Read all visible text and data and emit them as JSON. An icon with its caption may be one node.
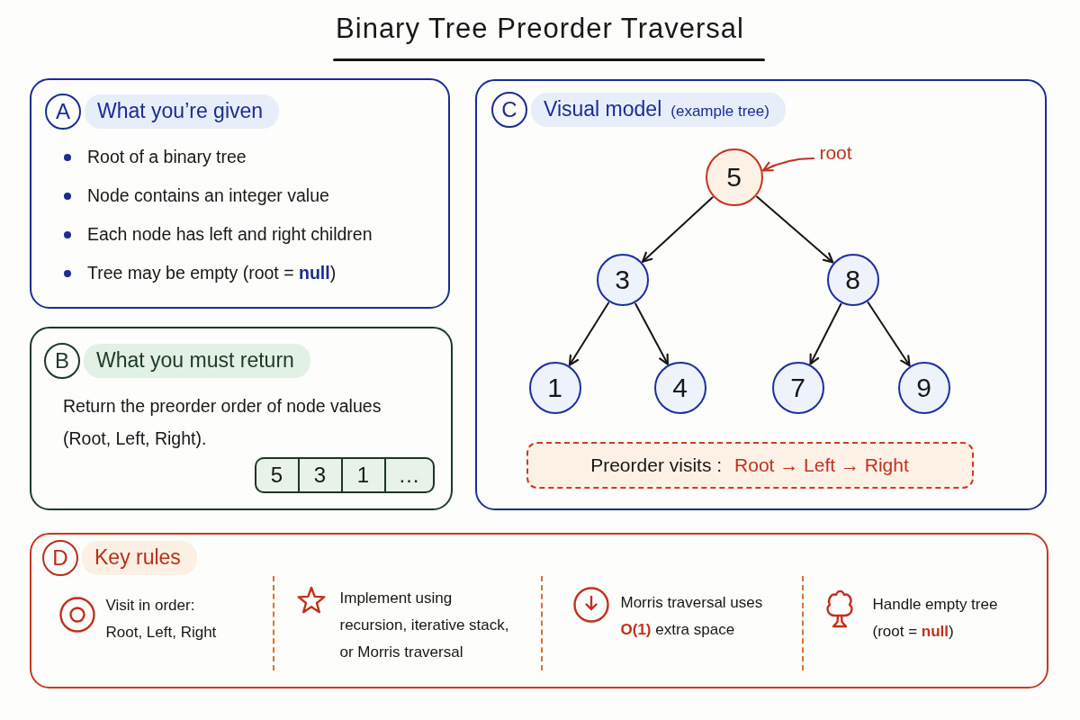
{
  "diagram": {
    "title": "Binary Tree Preorder Traversal",
    "nodes": [
      {
        "text": [
          "A",
          "What you’re given",
          "Root of a binary tree",
          "Node contains an integer value",
          "Each node has left and right children",
          "Tree may be empty (root = **null**)"
        ]
      },
      {
        "text": [
          "B",
          "What you must return",
          "Return the preorder order of node values (Root, Left, Right)."
        ]
      },
      {
        "text": [
          "5"
        ],
        "in": 1
      },
      {
        "text": [
          "3"
        ],
        "in": 1
      },
      {
        "text": [
          "1"
        ],
        "in": 1
      },
      {
        "text": [
          "…"
        ],
        "in": 1
      },
      {
        "text": [
          "C",
          "Visual model",
          "(example tree)"
        ]
      },
      {
        "text": [
          "5"
        ],
        "in": 6
      },
      {
        "text": [
          "root"
        ],
        "in": 6
      },
      {
        "text": [
          "3"
        ],
        "in": 6
      },
      {
        "text": [
          "8"
        ],
        "in": 6
      },
      {
        "text": [
          "1"
        ],
        "in": 6
      },
      {
        "text": [
          "4"
        ],
        "in": 6
      },
      {
        "text": [
          "7"
        ],
        "in": 6
      },
      {
        "text": [
          "9"
        ],
        "in": 6
      },
      {
        "text": [
          "Preorder visits :",
          "Root → Left → Right"
        ],
        "in": 6
      },
      {
        "text": [
          "D",
          "Key rules",
          "Visit in order: Root, Left, Right",
          "Implement using recursion, iterative stack, or Morris traversal",
          "Morris traversal uses **O(1)** extra space",
          "Handle empty tree (root = **null**)"
        ]
      }
    ],
    "edges": [
      {
        "from": 7,
        "to": 9,
        "arrow": "to"
      },
      {
        "from": 7,
        "to": 10,
        "arrow": "to"
      },
      {
        "from": 9,
        "to": 11,
        "arrow": "to"
      },
      {
        "from": 9,
        "to": 12,
        "arrow": "to"
      },
      {
        "from": 10,
        "to": 13,
        "arrow": "to"
      },
      {
        "from": 10,
        "to": 14,
        "arrow": "to"
      },
      {
        "from": 8,
        "to": 7,
        "arrow": "to",
        "color": "#c0311c"
      }
    ]
  }
}
